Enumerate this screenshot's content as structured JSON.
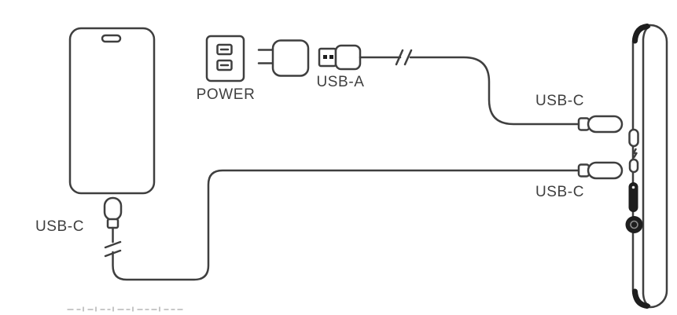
{
  "colors": {
    "line": "#3f3f3f",
    "dark": "#1e1e1e",
    "bg": "#ffffff",
    "muted": "#a8a8a8"
  },
  "labels": {
    "power": "POWER",
    "usb_a": "USB-A",
    "usb_c_top_cable": "USB-C",
    "usb_c_bottom_cable": "USB-C",
    "usb_c_phone_cable": "USB-C"
  },
  "icons": {
    "phone": "smartphone-outline",
    "outlet": "power-outlet-icon",
    "adapter": "wall-charger-icon",
    "usb_a_plug": "usb-a-connector-icon",
    "usb_c_plug": "usb-c-connector-icon",
    "display": "pen-display-side-view",
    "lightning": "lightning-bolt-icon"
  }
}
